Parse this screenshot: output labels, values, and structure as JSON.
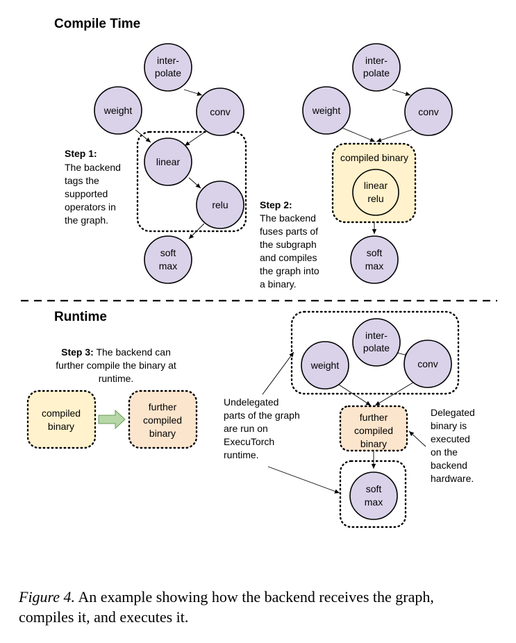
{
  "sections": {
    "compile_time": "Compile Time",
    "runtime": "Runtime"
  },
  "nodes": {
    "interpolate_line1": "inter-",
    "interpolate_line2": "polate",
    "weight": "weight",
    "conv": "conv",
    "linear": "linear",
    "relu": "relu",
    "soft_line1": "soft",
    "soft_line2": "max",
    "linear_relu_line1": "linear",
    "linear_relu_line2": "relu",
    "compiled_binary": "compiled binary",
    "compiled_binary_line1": "compiled",
    "compiled_binary_line2": "binary",
    "further_line1": "further",
    "further_line2": "compiled",
    "further_line3": "binary"
  },
  "steps": {
    "step1_title": "Step 1:",
    "step1_lines": [
      "The backend",
      "tags the",
      "supported",
      "operators in",
      "the graph."
    ],
    "step2_title": "Step 2:",
    "step2_lines": [
      "The backend",
      "fuses parts of",
      "the subgraph",
      "and compiles",
      "the graph into",
      "a binary."
    ],
    "step3_title": "Step 3:",
    "step3_line1_rest": " The backend can",
    "step3_lines": [
      "further compile the binary at",
      "runtime."
    ]
  },
  "annotations": {
    "undelegated_lines": [
      "Undelegated",
      "parts of the graph",
      "are run on",
      "ExecuTorch",
      "runtime."
    ],
    "delegated_lines": [
      "Delegated",
      "binary is",
      "executed",
      "on the",
      "backend",
      "hardware."
    ]
  },
  "caption": {
    "label": "Figure 4.",
    "text_line1": " An example showing how the backend receives the graph,",
    "text_line2": "compiles it, and executes it."
  }
}
